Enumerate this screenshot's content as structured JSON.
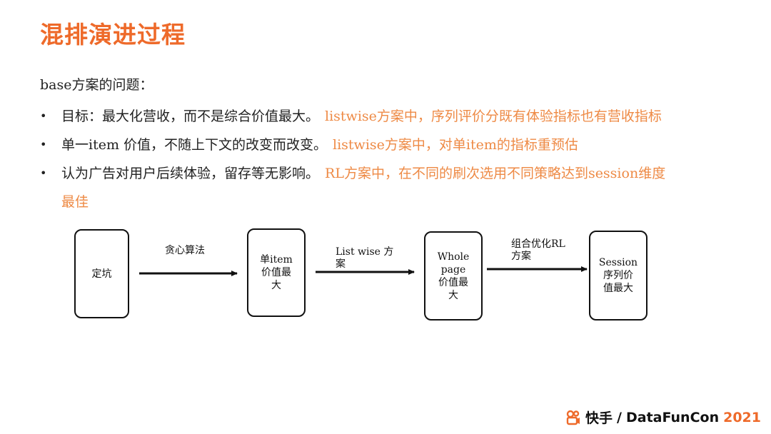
{
  "title": "混排演进过程",
  "intro": "base方案的问题：",
  "bullets": [
    {
      "text": "目标：最大化营收，而不是综合价值最大。",
      "accent": "listwise方案中，序列评价分既有体验指标也有营收指标"
    },
    {
      "text": "单一item 价值，不随上下文的改变而改变。",
      "accent": "listwise方案中，对单item的指标重预估"
    },
    {
      "text": "认为广告对用户后续体验，留存等无影响。",
      "accent": "RL方案中，在不同的刷次选用不同策略达到session维度",
      "accent_line2": "最佳"
    }
  ],
  "flow": {
    "boxes": [
      {
        "lines": [
          "定坑"
        ]
      },
      {
        "lines": [
          "单item",
          "价值最",
          "大"
        ]
      },
      {
        "lines": [
          "Whole",
          "page",
          "价值最",
          "大"
        ]
      },
      {
        "lines": [
          "Session",
          "序列价",
          "值最大"
        ]
      }
    ],
    "arrows": [
      {
        "lines": [
          "贪心算法"
        ]
      },
      {
        "lines": [
          "List wise 方",
          "案"
        ]
      },
      {
        "lines": [
          "组合优化RL",
          "方案"
        ]
      }
    ]
  },
  "footer": {
    "brand1": "快手",
    "separator": "/",
    "brand2": "DataFunCon",
    "year": "2021"
  },
  "colors": {
    "accent": "#ee6a2a",
    "accent_text": "#ee8a45"
  }
}
